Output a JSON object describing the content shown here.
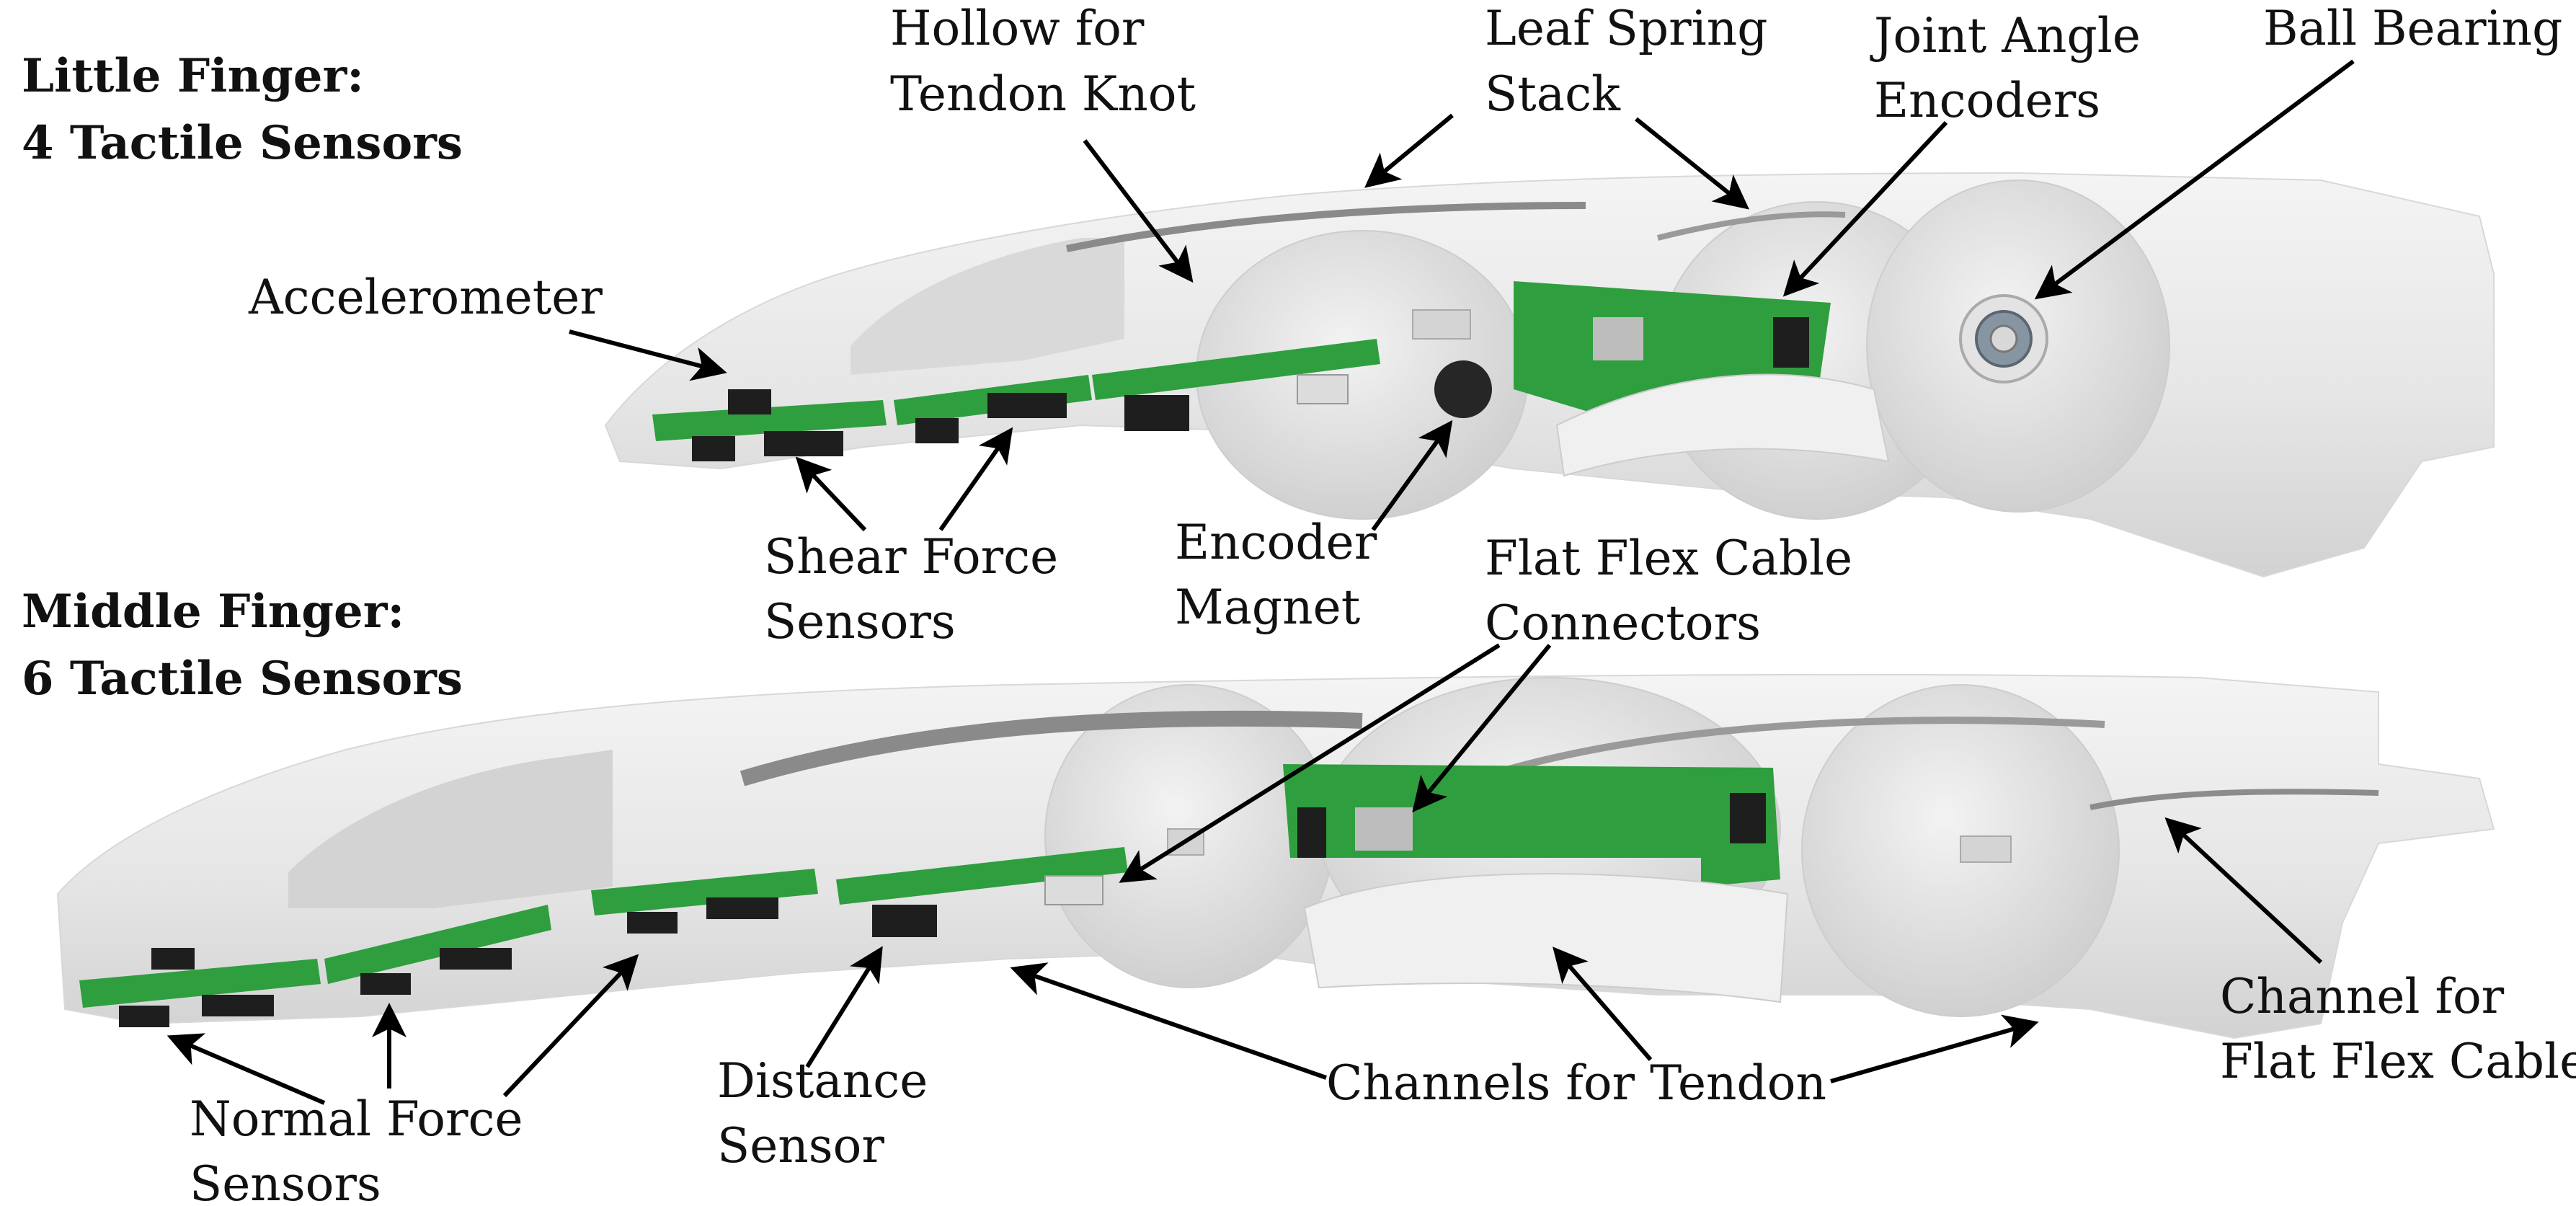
{
  "figure": {
    "little_finger": {
      "title_line1": "Little Finger:",
      "title_line2": "4 Tactile Sensors"
    },
    "middle_finger": {
      "title_line1": "Middle Finger:",
      "title_line2": "6 Tactile Sensors"
    },
    "labels": {
      "hollow_line1": "Hollow for",
      "hollow_line2": "Tendon Knot",
      "leaf_line1": "Leaf Spring",
      "leaf_line2": "Stack",
      "joint_line1": "Joint Angle",
      "joint_line2": "Encoders",
      "ball_bearing": "Ball Bearing",
      "accelerometer": "Accelerometer",
      "shear_line1": "Shear Force",
      "shear_line2": "Sensors",
      "encoder_line1": "Encoder",
      "encoder_line2": "Magnet",
      "ffc_line1": "Flat Flex Cable",
      "ffc_line2": "Connectors",
      "normal_line1": "Normal Force",
      "normal_line2": "Sensors",
      "distance_line1": "Distance",
      "distance_line2": "Sensor",
      "channels_tendon": "Channels for Tendon",
      "channel_ffc_line1": "Channel for",
      "channel_ffc_line2": "Flat Flex Cable"
    },
    "colors": {
      "pcb_green": "#2f9e3f",
      "housing_light": "#ebebeb",
      "housing_shade": "#cfcfcf",
      "chip_black": "#1e1e1e"
    }
  }
}
